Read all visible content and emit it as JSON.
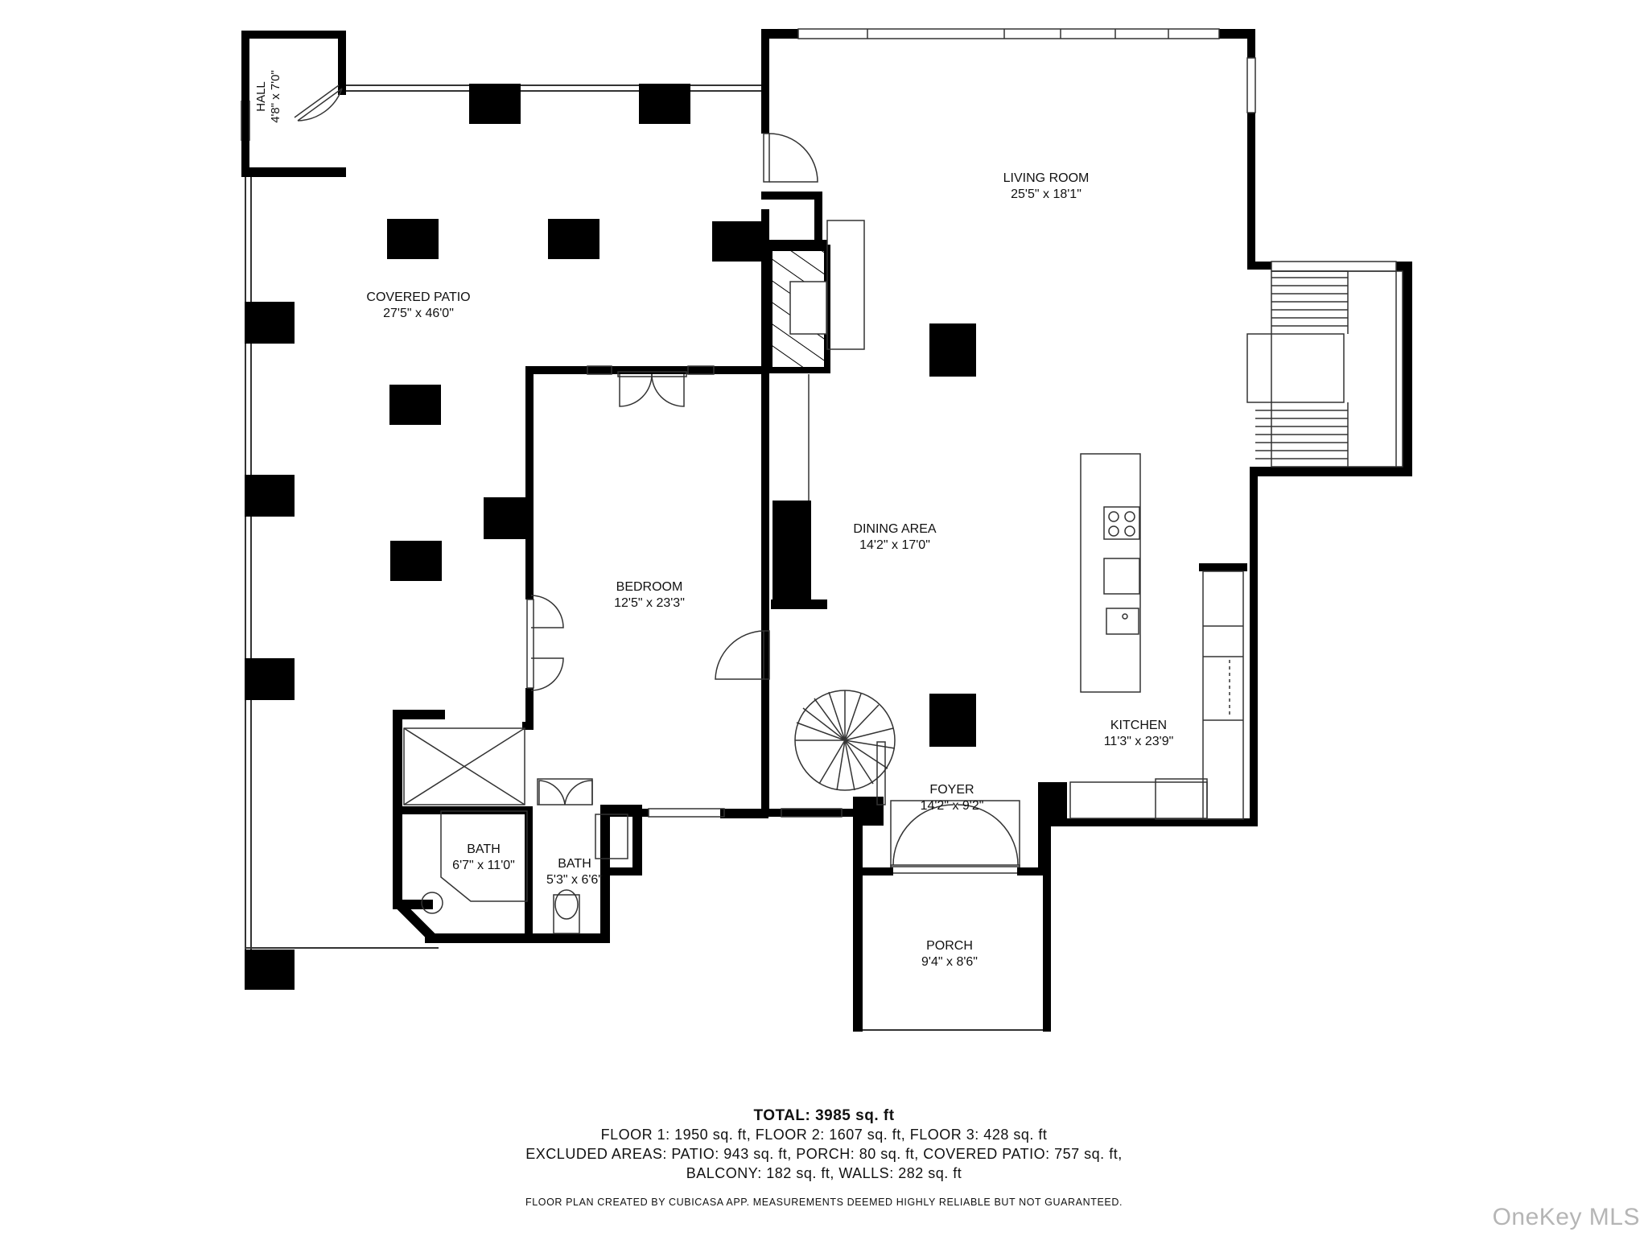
{
  "rooms": {
    "hall": {
      "name": "HALL",
      "dims": "4'8\" x 7'0\""
    },
    "covered_patio": {
      "name": "COVERED PATIO",
      "dims": "27'5\" x 46'0\""
    },
    "living_room": {
      "name": "LIVING ROOM",
      "dims": "25'5\" x 18'1\""
    },
    "dining_area": {
      "name": "DINING AREA",
      "dims": "14'2\" x 17'0\""
    },
    "bedroom": {
      "name": "BEDROOM",
      "dims": "12'5\" x 23'3\""
    },
    "kitchen": {
      "name": "KITCHEN",
      "dims": "11'3\" x 23'9\""
    },
    "foyer": {
      "name": "FOYER",
      "dims": "14'2\" x 9'2\""
    },
    "bath_1": {
      "name": "BATH",
      "dims": "6'7\" x 11'0\""
    },
    "bath_2": {
      "name": "BATH",
      "dims": "5'3\" x 6'6\""
    },
    "porch": {
      "name": "PORCH",
      "dims": "9'4\" x 8'6\""
    }
  },
  "summary": {
    "total": "TOTAL: 3985 sq. ft",
    "floors": "FLOOR 1: 1950 sq. ft, FLOOR 2: 1607 sq. ft, FLOOR 3: 428 sq. ft",
    "excluded_1": "EXCLUDED AREAS: PATIO: 943 sq. ft, PORCH: 80 sq. ft, COVERED PATIO: 757 sq. ft,",
    "excluded_2": "BALCONY: 182 sq. ft, WALLS: 282 sq. ft"
  },
  "disclaimer": "FLOOR PLAN CREATED BY CUBICASA APP. MEASUREMENTS DEEMED HIGHLY RELIABLE BUT NOT GUARANTEED.",
  "watermark": "OneKey MLS",
  "colors": {
    "wall": "#000000",
    "background": "#ffffff",
    "line": "#333333"
  }
}
